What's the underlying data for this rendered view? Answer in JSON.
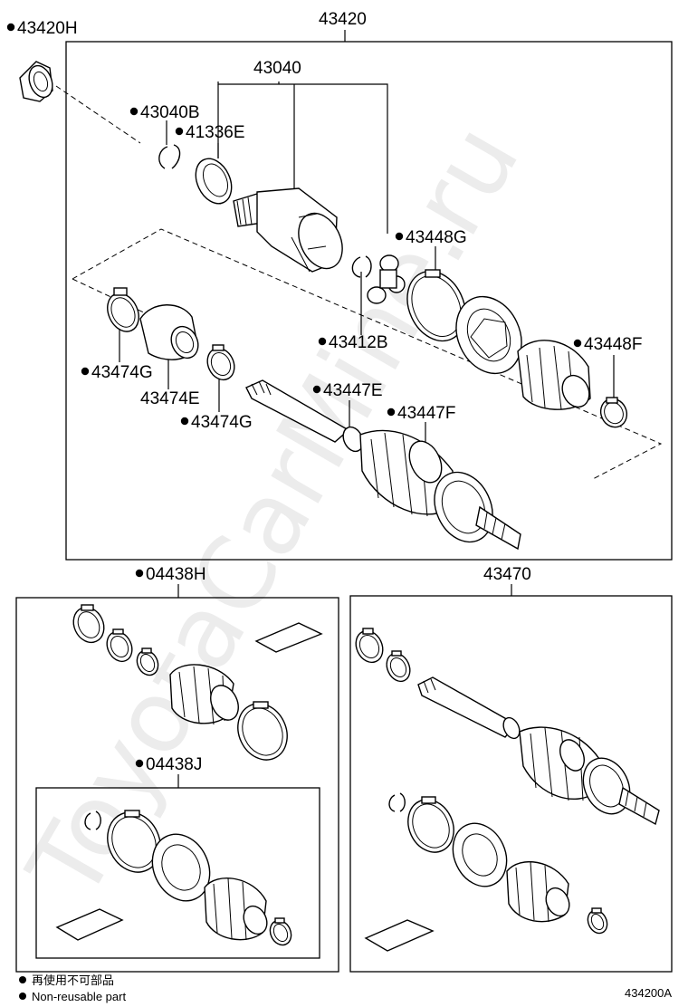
{
  "watermark": "ToyotaCarMine.ru",
  "labels": {
    "p43420H": "43420H",
    "p43420": "43420",
    "p43040": "43040",
    "p43040B": "43040B",
    "p41336E": "41336E",
    "p43448G": "43448G",
    "p43412B": "43412B",
    "p43448F": "43448F",
    "p43474G_a": "43474G",
    "p43474E": "43474E",
    "p43474G_b": "43474G",
    "p43447E": "43447E",
    "p43447F": "43447F",
    "p04438H": "04438H",
    "p43470": "43470",
    "p04438J": "04438J"
  },
  "legend": {
    "line1": "再使用不可部品",
    "line2": "Non-reusable part"
  },
  "diagram_code": "434200A"
}
